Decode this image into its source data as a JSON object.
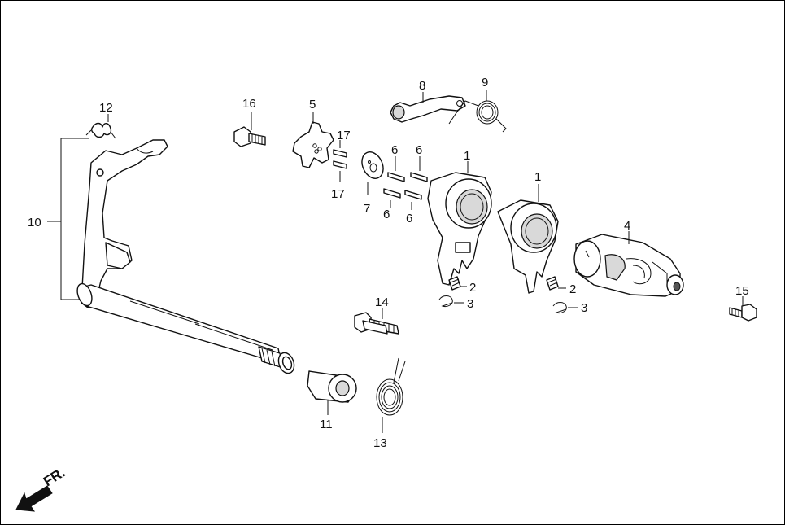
{
  "callouts": {
    "c1a": "1",
    "c1b": "1",
    "c2a": "2",
    "c2b": "2",
    "c3a": "3",
    "c3b": "3",
    "c4": "4",
    "c5": "5",
    "c6a": "6",
    "c6b": "6",
    "c6c": "6",
    "c6d": "6",
    "c7": "7",
    "c8": "8",
    "c9": "9",
    "c10": "10",
    "c11": "11",
    "c12": "12",
    "c13": "13",
    "c14": "14",
    "c15": "15",
    "c16": "16",
    "c17a": "17",
    "c17b": "17"
  },
  "direction": {
    "label": "FR."
  }
}
